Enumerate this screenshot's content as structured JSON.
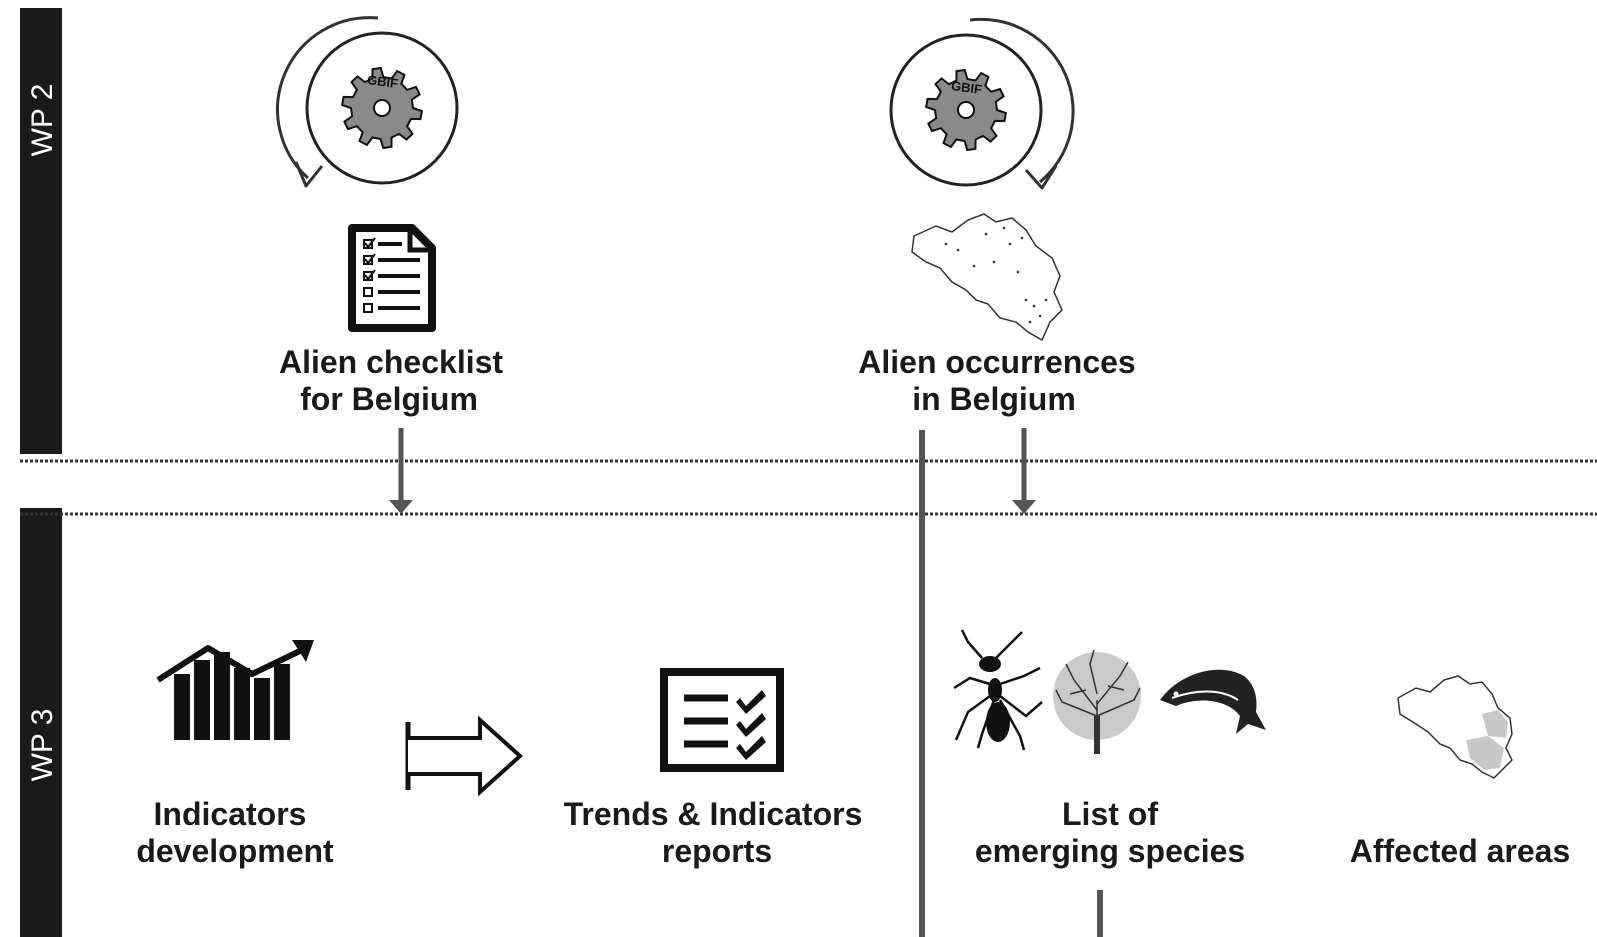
{
  "lanes": [
    {
      "label": "WP 2"
    },
    {
      "label": "WP 3"
    }
  ],
  "gbif": {
    "logo_text": "GBIF"
  },
  "nodes": {
    "alien_checklist": {
      "line1": "Alien checklist",
      "line2": "for Belgium"
    },
    "alien_occurrences": {
      "line1": "Alien occurrences",
      "line2": "in Belgium"
    },
    "indicators_development": {
      "line1": "Indicators",
      "line2": "development"
    },
    "trends_reports": {
      "line1": "Trends & Indicators",
      "line2": "reports"
    },
    "emerging_species": {
      "line1": "List of",
      "line2": "emerging species"
    },
    "affected_areas": {
      "line1": "Affected areas"
    }
  },
  "icons": {
    "cycle": "circular-arrow-icon",
    "gear": "gbif-gear-icon",
    "checklist": "checklist-document-icon",
    "belgium_map": "belgium-map-icon",
    "chart": "growth-chart-icon",
    "report": "report-checklist-icon",
    "ant": "ant-icon",
    "tree": "tree-icon",
    "fish": "fish-icon"
  },
  "colors": {
    "lane_bar": "#1a1a1a",
    "arrow": "#555555",
    "affected_fill": "#c8c8c8",
    "gear_fill": "#8a8a8a"
  }
}
